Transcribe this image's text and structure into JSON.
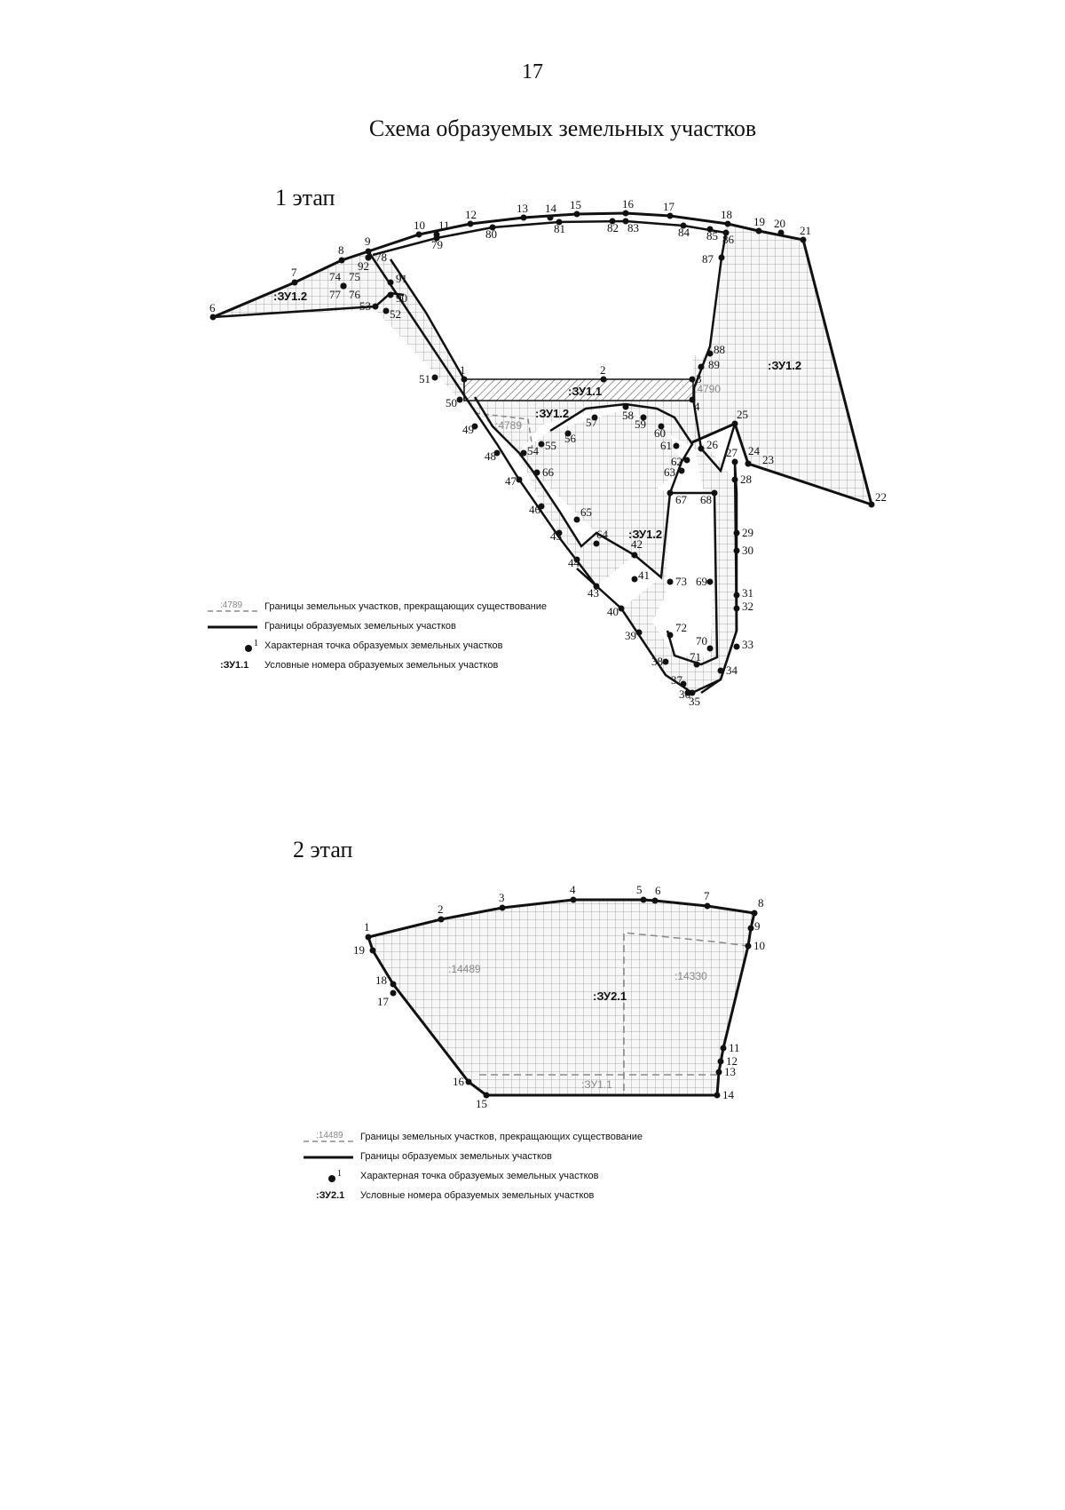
{
  "page": {
    "number": "17",
    "title": "Схема образуемых земельных участков"
  },
  "stage1": {
    "heading": "1 этап",
    "parcel_labels": [
      ":ЗУ1.2",
      ":ЗУ1.1",
      ":ЗУ1.2",
      ":ЗУ1.2",
      ":ЗУ1.2"
    ],
    "old_labels": [
      ":4789",
      ":4790"
    ],
    "points": [
      "1",
      "2",
      "3",
      "4",
      "6",
      "7",
      "8",
      "9",
      "10",
      "11",
      "12",
      "13",
      "14",
      "15",
      "16",
      "17",
      "18",
      "19",
      "20",
      "21",
      "22",
      "23",
      "24",
      "25",
      "26",
      "27",
      "28",
      "29",
      "30",
      "31",
      "32",
      "33",
      "34",
      "35",
      "36",
      "37",
      "38",
      "39",
      "40",
      "41",
      "42",
      "43",
      "44",
      "45",
      "46",
      "47",
      "48",
      "49",
      "50",
      "51",
      "52",
      "53",
      "54",
      "55",
      "56",
      "57",
      "58",
      "59",
      "60",
      "61",
      "62",
      "63",
      "64",
      "65",
      "66",
      "67",
      "68",
      "69",
      "70",
      "71",
      "72",
      "73",
      "74",
      "75",
      "76",
      "77",
      "78",
      "79",
      "80",
      "81",
      "82",
      "83",
      "84",
      "85",
      "86",
      "87",
      "88",
      "89",
      "90",
      "91",
      "92"
    ]
  },
  "stage2": {
    "heading": "2 этап",
    "parcel_labels": [
      ":ЗУ2.1",
      ":ЗУ1.1"
    ],
    "old_labels": [
      ":14489",
      ":14330"
    ],
    "points": [
      "1",
      "2",
      "3",
      "4",
      "5",
      "6",
      "7",
      "8",
      "9",
      "10",
      "11",
      "12",
      "13",
      "14",
      "15",
      "16",
      "17",
      "18",
      "19"
    ]
  },
  "legend1": {
    "old_sample": ":4789",
    "items": [
      "Границы земельных участков, прекращающих существование",
      "Границы образуемых земельных участков",
      "Характерная точка образуемых земельных участков",
      "Условные номера образуемых земельных участков"
    ],
    "point_sample": "1",
    "zu_sample": ":ЗУ1.1"
  },
  "legend2": {
    "old_sample": ":14489",
    "items": [
      "Границы земельных участков, прекращающих существование",
      "Границы образуемых земельных участков",
      "Характерная точка образуемых земельных участков",
      "Условные номера образуемых земельных участков"
    ],
    "point_sample": "1",
    "zu_sample": ":ЗУ2.1"
  },
  "colors": {
    "line": "#111111",
    "grid": "#9a9a9a",
    "old_boundary": "#8a8a8a",
    "hatch": "#555555"
  }
}
